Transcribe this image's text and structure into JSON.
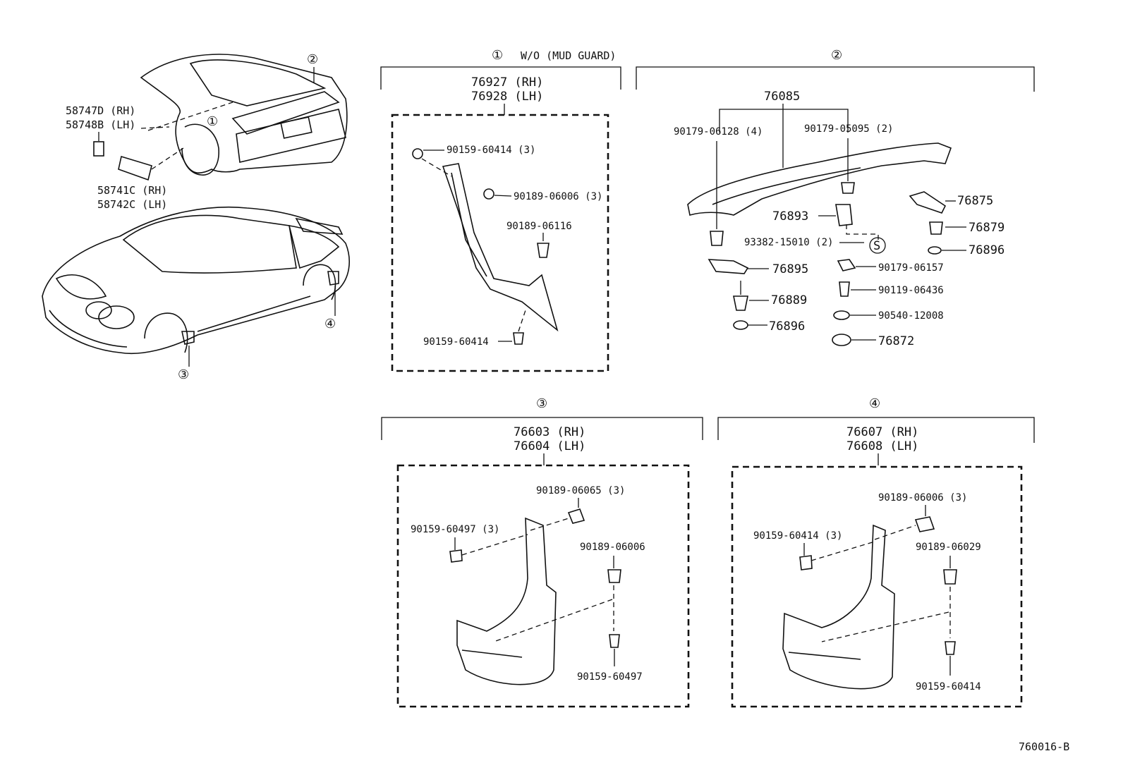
{
  "car_callouts": {
    "c1": "①",
    "c2": "②",
    "c3": "③",
    "c4": "④",
    "emblem_rh": "58747D (RH)",
    "emblem_lh": "58748B (LH)",
    "plate_rh": "58741C (RH)",
    "plate_lh": "58742C (LH)"
  },
  "section1": {
    "marker": "①",
    "title": "W/O (MUD GUARD)",
    "part_rh": "76927 (RH)",
    "part_lh": "76928 (LH)",
    "labels": {
      "a": "90159-60414 (3)",
      "b": "90189-06006 (3)",
      "c": "90189-06116",
      "d": "90159-60414"
    }
  },
  "section2": {
    "marker": "②",
    "part_main": "76085",
    "labels": {
      "a": "90179-06128 (4)",
      "b": "90179-05095 (2)",
      "c": "76875",
      "d": "76893",
      "e": "76879",
      "f": "93382-15010 (2)",
      "s": "S",
      "g": "76896",
      "h": "76895",
      "i": "90179-06157",
      "j": "90119-06436",
      "k": "76889",
      "l": "90540-12008",
      "m": "76896",
      "n": "76872"
    }
  },
  "section3": {
    "marker": "③",
    "part_rh": "76603 (RH)",
    "part_lh": "76604 (LH)",
    "labels": {
      "a": "90189-06065 (3)",
      "b": "90159-60497 (3)",
      "c": "90189-06006",
      "d": "90159-60497"
    }
  },
  "section4": {
    "marker": "④",
    "part_rh": "76607 (RH)",
    "part_lh": "76608 (LH)",
    "labels": {
      "a": "90189-06006 (3)",
      "b": "90159-60414 (3)",
      "c": "90189-06029",
      "d": "90159-60414"
    }
  },
  "figure_code": "760016-B"
}
